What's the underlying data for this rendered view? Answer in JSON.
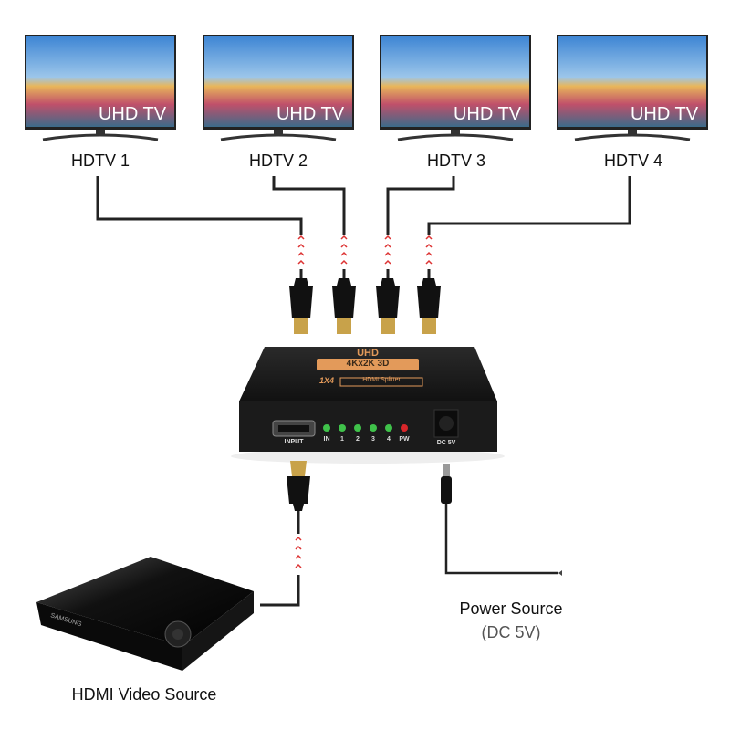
{
  "tvs": [
    {
      "label": "HDTV 1",
      "screen_text": "UHD TV"
    },
    {
      "label": "HDTV 2",
      "screen_text": "UHD TV"
    },
    {
      "label": "HDTV 3",
      "screen_text": "UHD TV"
    },
    {
      "label": "HDTV 4",
      "screen_text": "UHD TV"
    }
  ],
  "splitter": {
    "brand": "UHD",
    "resolution": "4Kx2K 3D",
    "model": "1X4",
    "model_desc": "HDMI Splitter",
    "input_label": "INPUT",
    "leds": [
      "IN",
      "1",
      "2",
      "3",
      "4",
      "PW"
    ],
    "power_label": "DC 5V"
  },
  "player": {
    "brand": "SAMSUNG"
  },
  "labels": {
    "power_source": "Power Source",
    "power_source_sub": "(DC 5V)",
    "video_source": "HDMI Video Source"
  },
  "colors": {
    "led_on": "#3fc24a",
    "led_power": "#d8262a",
    "accent": "#e39a5a",
    "cable": "#222222",
    "arrow": "#d33"
  }
}
